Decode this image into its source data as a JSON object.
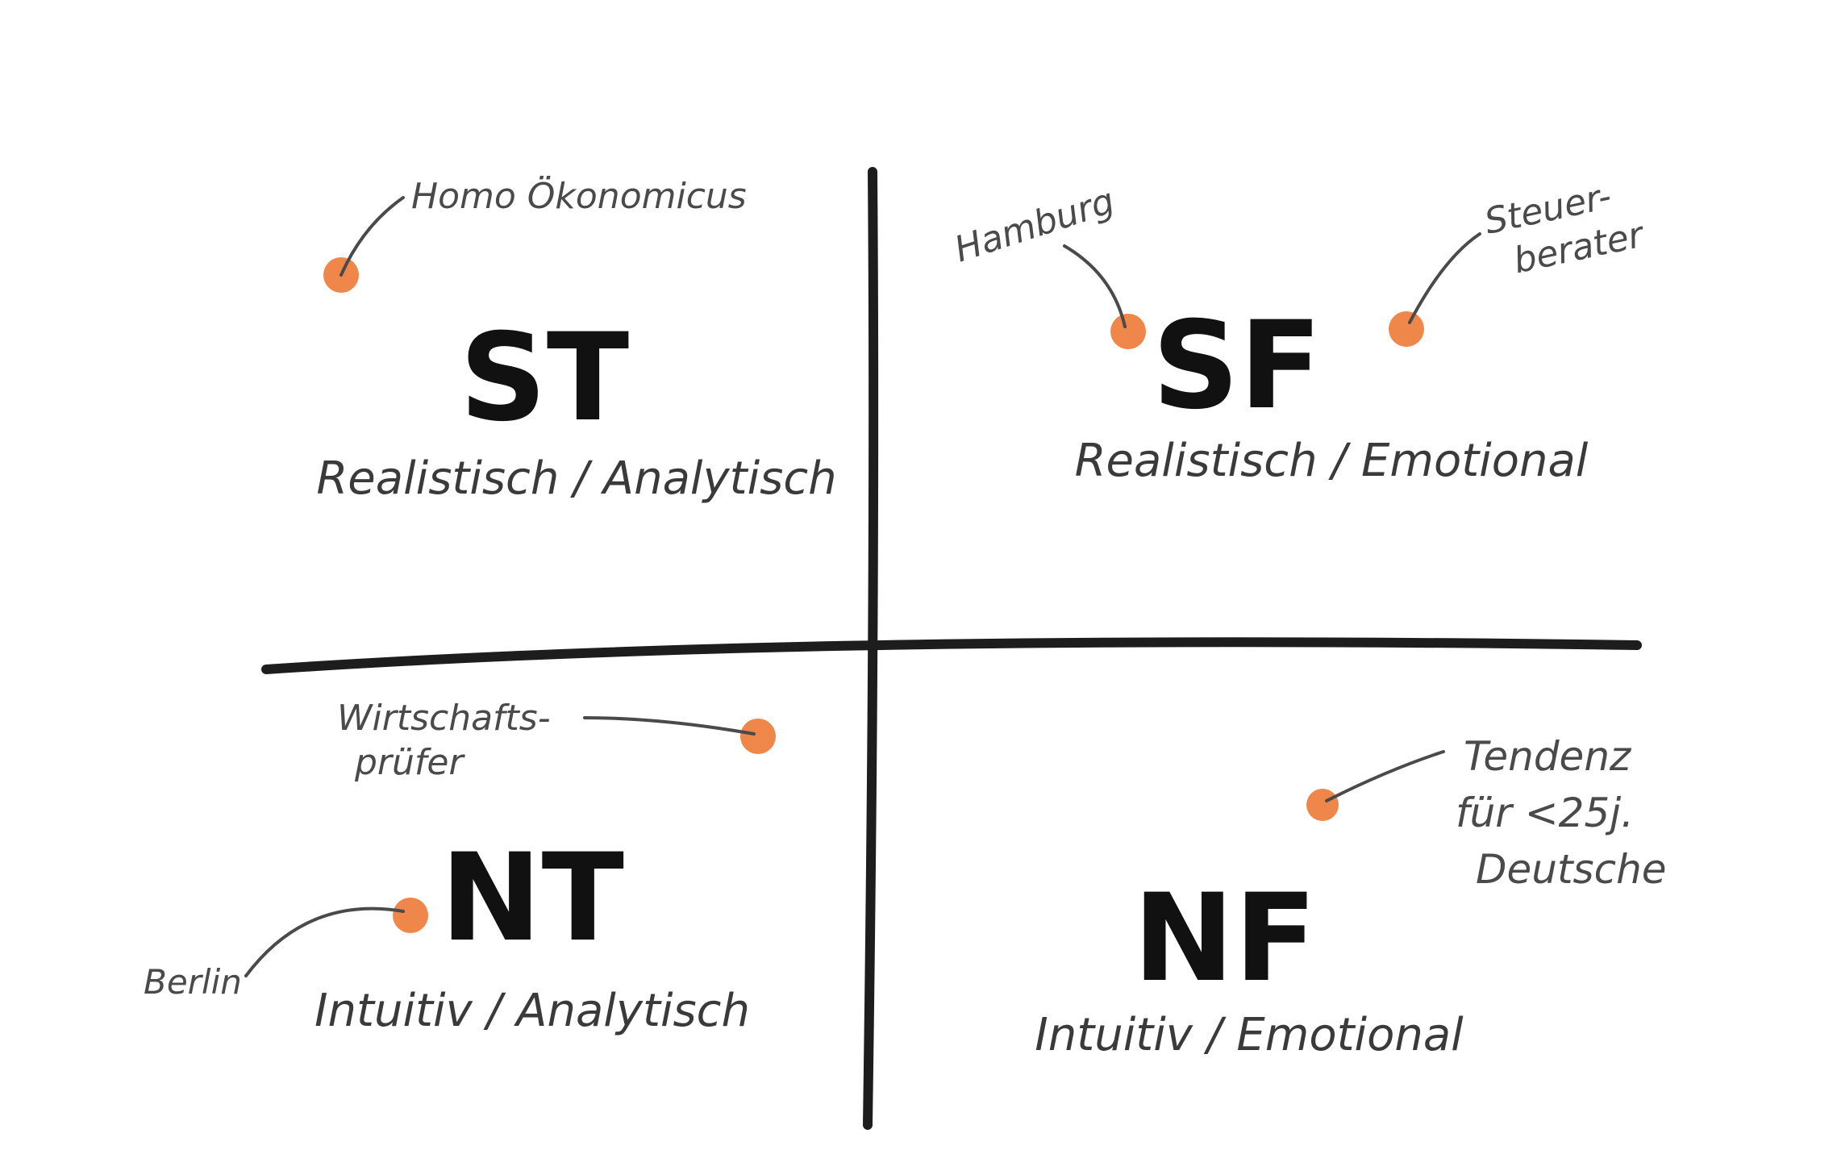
{
  "colors": {
    "dot": "#f0874a",
    "ink": "#1d1d1d",
    "note_ink": "#4a4a4a"
  },
  "quadrants": {
    "st": {
      "code": "ST",
      "label": "Realistisch / Analytisch"
    },
    "sf": {
      "code": "SF",
      "label": "Realistisch / Emotional"
    },
    "nt": {
      "code": "NT",
      "label": "Intuitiv / Analytisch"
    },
    "nf": {
      "code": "NF",
      "label": "Intuitiv / Emotional"
    }
  },
  "annotations": {
    "homo": {
      "text": "Homo Ökonomicus"
    },
    "hamburg": {
      "text": "Hamburg"
    },
    "steuer": {
      "line1": "Steuer-",
      "line2": "berater"
    },
    "wirtschaft": {
      "line1": "Wirtschafts-",
      "line2": "prüfer"
    },
    "berlin": {
      "text": "Berlin"
    },
    "tendenz": {
      "line1": "Tendenz",
      "line2": "für <25j.",
      "line3": "Deutsche"
    }
  }
}
